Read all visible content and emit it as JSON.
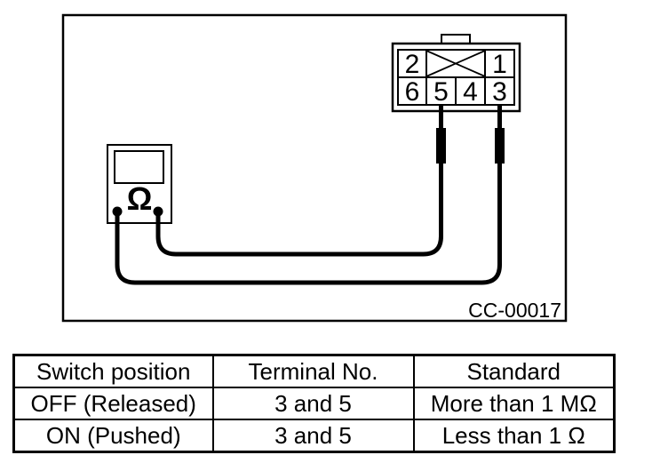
{
  "diagram": {
    "figure_code": "CC-00017",
    "connector": {
      "top_row_terminals": [
        "2",
        "1"
      ],
      "bottom_row_terminals": [
        "6",
        "5",
        "4",
        "3"
      ]
    },
    "meter": {
      "display_symbol": "Ω"
    }
  },
  "table": {
    "headers": [
      "Switch position",
      "Terminal No.",
      "Standard"
    ],
    "rows": [
      [
        "OFF (Released)",
        "3 and 5",
        "More than 1 MΩ"
      ],
      [
        "ON (Pushed)",
        "3 and 5",
        "Less than 1 Ω"
      ]
    ]
  },
  "colors": {
    "ink": "#000000",
    "background": "#ffffff"
  }
}
